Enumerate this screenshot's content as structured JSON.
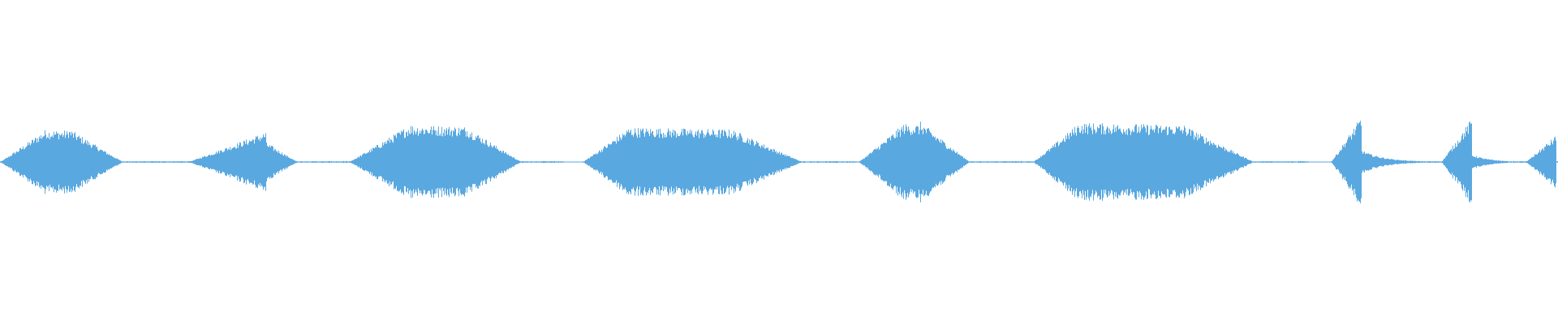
{
  "waveform": {
    "color": "#5aa8e0",
    "duration_fraction_note_free": true,
    "segments": [
      {
        "start": 0.0,
        "end": 0.125,
        "peak": 0.42,
        "attack": 0.03,
        "shape": "swell"
      },
      {
        "start": 0.121,
        "end": 0.232,
        "peak": 0.38,
        "attack": 0.05,
        "shape": "swell"
      },
      {
        "start": 0.224,
        "end": 0.362,
        "peak": 0.48,
        "attack": 0.04,
        "shape": "plateau"
      },
      {
        "start": 0.374,
        "end": 0.55,
        "peak": 0.44,
        "attack": 0.03,
        "shape": "plateau"
      },
      {
        "start": 0.551,
        "end": 0.664,
        "peak": 0.5,
        "attack": 0.03,
        "shape": "swell"
      },
      {
        "start": 0.663,
        "end": 0.84,
        "peak": 0.5,
        "attack": 0.03,
        "shape": "plateau"
      },
      {
        "start": 0.854,
        "end": 0.926,
        "peak": 0.58,
        "attack": 0.02,
        "shape": "spike"
      },
      {
        "start": 0.925,
        "end": 0.98,
        "peak": 0.55,
        "attack": 0.02,
        "shape": "spike"
      },
      {
        "start": 0.979,
        "end": 1.0,
        "peak": 0.34,
        "attack": 0.02,
        "shape": "spike"
      }
    ]
  }
}
